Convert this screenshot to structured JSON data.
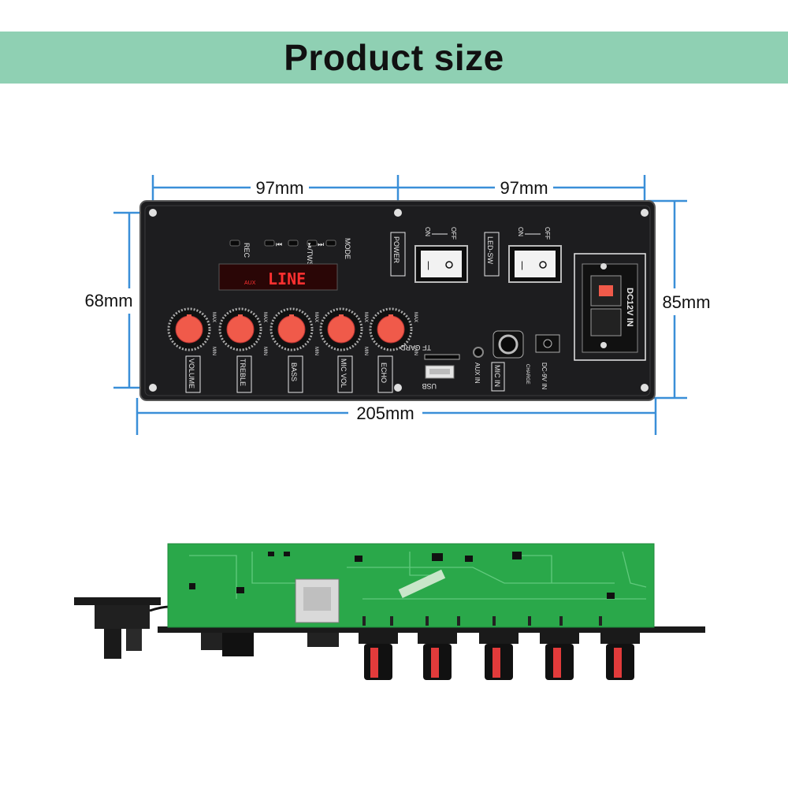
{
  "banner": {
    "title": "Product size"
  },
  "dimensions": {
    "top_left_width": "97mm",
    "top_right_width": "97mm",
    "left_height": "68mm",
    "right_height": "85mm",
    "bottom_width": "205mm"
  },
  "panel": {
    "indicators": [
      "REC",
      "⏮",
      "⏯/TWS",
      "⏭",
      "MODE"
    ],
    "display_text": "LINE",
    "display_small": "AUX",
    "knobs": [
      "VOLUME",
      "TREBLE",
      "BASS",
      "MIC VOL",
      "ECHO"
    ],
    "knob_min": "MIN",
    "knob_max": "MAX",
    "switches": [
      {
        "label": "POWER",
        "on": "ON",
        "off": "OFF"
      },
      {
        "label": "LED-SW",
        "on": "ON",
        "off": "OFF"
      }
    ],
    "tf_card": "TF CARD",
    "usb": "USB",
    "aux_in": "AUX IN",
    "mic_in": "MIC IN",
    "charge": "CHARGE",
    "dc_small": "DC-9V IN",
    "dc_main": "DC12V IN"
  },
  "colors": {
    "banner": "#8fd0b3",
    "dimension_line": "#3a8fd8",
    "panel": "#1d1d1f",
    "knob": "#f05a4a",
    "pcb": "#2aa84a"
  }
}
